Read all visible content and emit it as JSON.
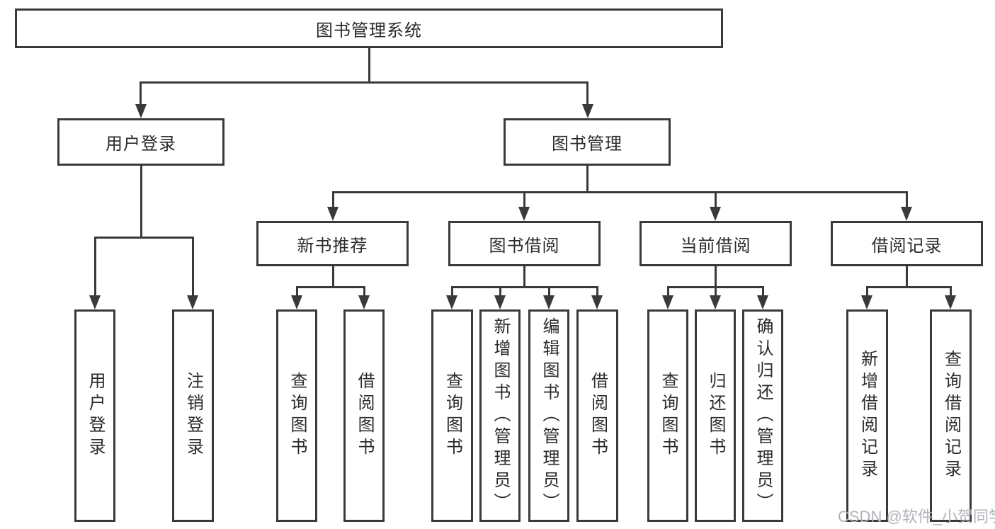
{
  "diagram": {
    "type": "tree",
    "root": {
      "label": "图书管理系统"
    },
    "branches": [
      {
        "label": "用户登录",
        "children": [
          {
            "label": "用户登录"
          },
          {
            "label": "注销登录"
          }
        ]
      },
      {
        "label": "图书管理",
        "children": [
          {
            "label": "新书推荐",
            "children": [
              {
                "label": "查询图书"
              },
              {
                "label": "借阅图书"
              }
            ]
          },
          {
            "label": "图书借阅",
            "children": [
              {
                "label": "查询图书"
              },
              {
                "label": "新增图书（管理员）"
              },
              {
                "label": "编辑图书（管理员）"
              },
              {
                "label": "借阅图书"
              }
            ]
          },
          {
            "label": "当前借阅",
            "children": [
              {
                "label": "查询图书"
              },
              {
                "label": "归还图书"
              },
              {
                "label": "确认归还（管理员）"
              }
            ]
          },
          {
            "label": "借阅记录",
            "children": [
              {
                "label": "新增借阅记录"
              },
              {
                "label": "查询借阅记录"
              }
            ]
          }
        ]
      }
    ],
    "watermark": "CSDN @软件_小贺同学",
    "colors": {
      "line": "#3a3a3a",
      "text": "#2b2b2b",
      "background": "#ffffff",
      "watermark": "#b2b2ba"
    }
  }
}
